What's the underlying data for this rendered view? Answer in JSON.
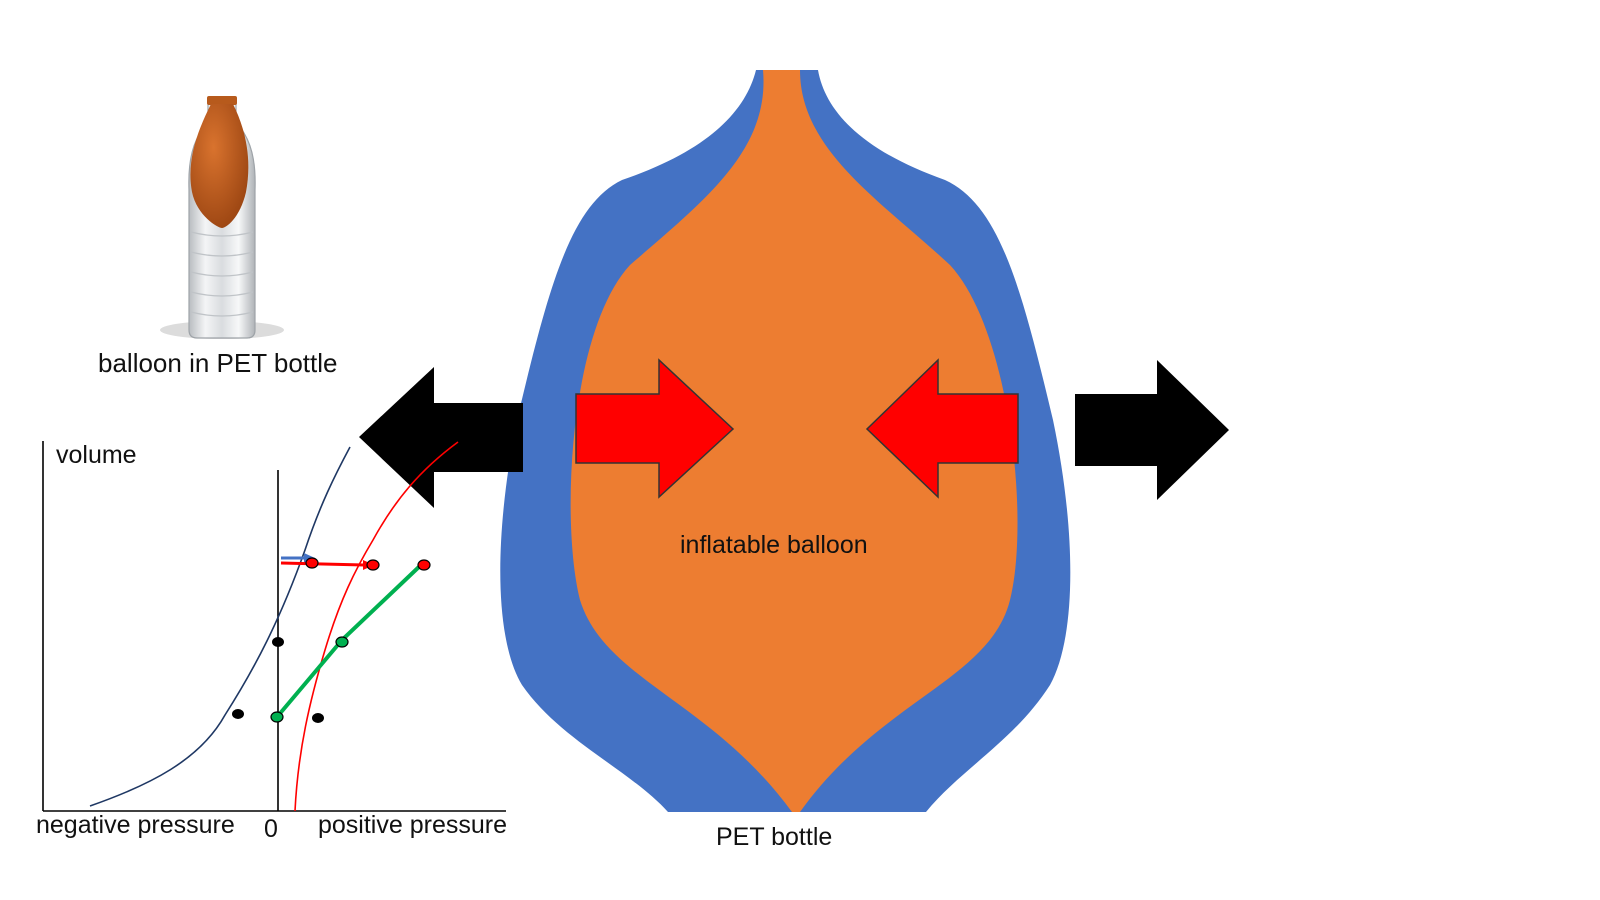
{
  "labels": {
    "photo_caption": "balloon in PET bottle",
    "y_axis": "volume",
    "x_negative": "negative pressure",
    "x_zero": "0",
    "x_positive": "positive pressure",
    "balloon": "inflatable balloon",
    "bottle": "PET bottle"
  },
  "colors": {
    "bottle": "#4472C4",
    "balloon": "#ED7D31",
    "inward_arrows": "#FF0000",
    "outward_arrows": "#000000",
    "curve_bottle": "#1F3864",
    "curve_balloon": "#FF0000",
    "path_green": "#00B050",
    "shift_arrow_blue": "#4472C4"
  },
  "icons": {
    "left_outward": "arrow-left-icon",
    "right_outward": "arrow-right-icon",
    "left_inward": "arrow-right-icon",
    "right_inward": "arrow-left-icon"
  }
}
